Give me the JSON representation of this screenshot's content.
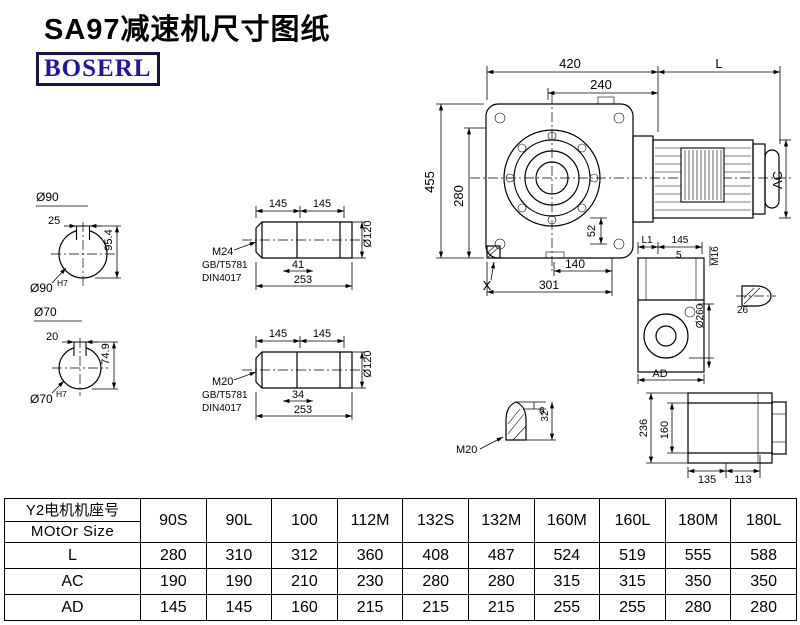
{
  "page": {
    "title": "SA97减速机尺寸图纸",
    "logo": "BOSERL"
  },
  "colors": {
    "logo_text": "#1c16a0",
    "logo_border": "#191345",
    "line": "#000000"
  },
  "main_view": {
    "dim_420": "420",
    "dim_L": "L",
    "dim_240": "240",
    "dim_455": "455",
    "dim_280": "280",
    "dim_AC": "AC",
    "dim_52": "52",
    "dim_140": "140",
    "dim_301": "301",
    "label_X": "X"
  },
  "bore_top": {
    "dia": "Ø90",
    "key_w": "25",
    "height": "95.4",
    "fit": "Ø90",
    "fit_tol": "H7"
  },
  "bore_bottom": {
    "dia": "Ø70",
    "key_w": "20",
    "height": "74.9",
    "fit": "Ø70",
    "fit_tol": "H7"
  },
  "shaft_top": {
    "dim_a": "145",
    "dim_b": "145",
    "dia": "Ø120",
    "thread": "M24",
    "std1": "GB/T5781",
    "std2": "DIN4017",
    "thread_len": "41",
    "total_len": "253"
  },
  "shaft_bottom": {
    "dim_a": "145",
    "dim_b": "145",
    "dia": "Ø120",
    "thread": "M20",
    "std1": "GB/T5781",
    "std2": "DIN4017",
    "thread_len": "34",
    "total_len": "253"
  },
  "side_view": {
    "dim_L1": "L1",
    "dim_145": "145",
    "dim_5": "5",
    "thread": "M16",
    "dia": "Ø260",
    "dim_26": "26",
    "dim_AD": "AD"
  },
  "plug_view": {
    "dim_6": "6",
    "dim_32": "32",
    "thread": "M20"
  },
  "rear_view": {
    "dim_236": "236",
    "dim_160": "160",
    "dim_135": "135",
    "dim_113": "113"
  },
  "table": {
    "header": {
      "line1": "Y2电机机座号",
      "line2": "MOtOr Size"
    },
    "columns": [
      "90S",
      "90L",
      "100",
      "112M",
      "132S",
      "132M",
      "160M",
      "160L",
      "180M",
      "180L"
    ],
    "rows": [
      {
        "label": "L",
        "values": [
          "280",
          "310",
          "312",
          "360",
          "408",
          "487",
          "524",
          "519",
          "555",
          "588"
        ]
      },
      {
        "label": "AC",
        "values": [
          "190",
          "190",
          "210",
          "230",
          "280",
          "280",
          "315",
          "315",
          "350",
          "350"
        ]
      },
      {
        "label": "AD",
        "values": [
          "145",
          "145",
          "160",
          "215",
          "215",
          "215",
          "255",
          "255",
          "280",
          "280"
        ]
      }
    ]
  }
}
